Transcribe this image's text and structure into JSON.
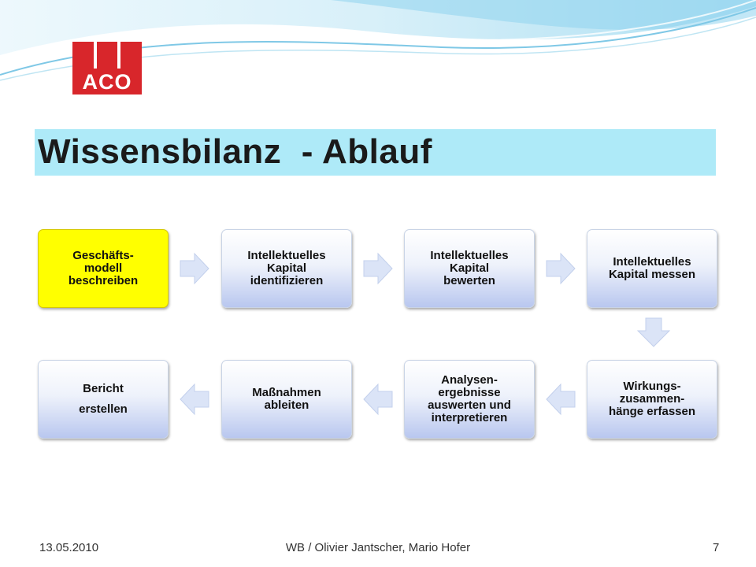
{
  "logo": {
    "text": "ACO"
  },
  "title": "Wissensbilanz  - Ablauf",
  "steps": [
    "Geschäfts-\nmodell\nbeschreiben",
    "Intellektuelles\nKapital\nidentifizieren",
    "Intellektuelles\nKapital\nbewerten",
    "Intellektuelles\nKapital messen",
    "Wirkungs-\nzusammen-\nhänge erfassen",
    "Analysen-\nergebnisse\nauswerten und\ninterpretieren",
    "Maßnahmen\nableiten",
    "Bericht\nerstellen"
  ],
  "footer": {
    "date": "13.05.2010",
    "author": "WB / Olivier Jantscher, Mario Hofer",
    "page": "7"
  },
  "colors": {
    "title_band": "#aeeaf8",
    "first_step": "#ffff00",
    "logo": "#d8262b",
    "arrow": "#dbe4f7"
  }
}
